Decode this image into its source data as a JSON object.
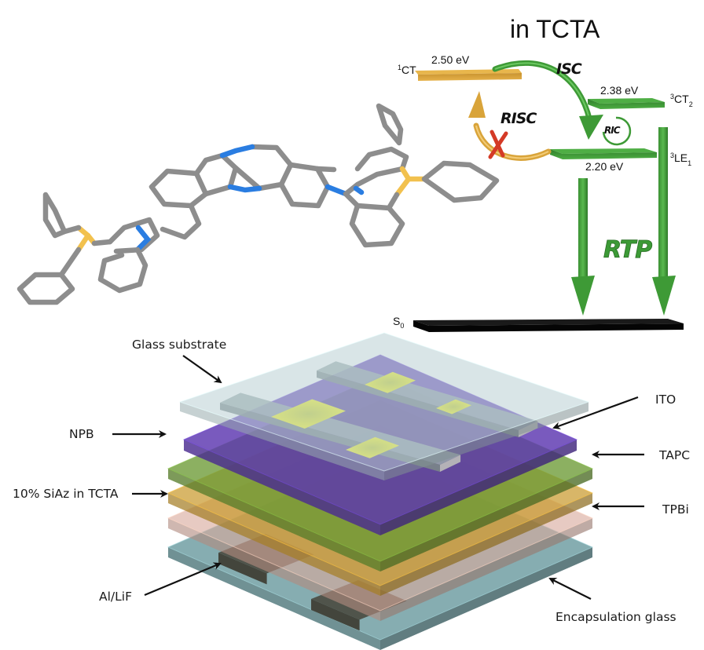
{
  "figure": {
    "energy_diagram": {
      "title": "in TCTA",
      "states": [
        {
          "key": "1CT",
          "sup": "1",
          "label": "CT",
          "sub": "",
          "energy_label": "2.50 eV",
          "color": "#d9a43a"
        },
        {
          "key": "3CT2",
          "sup": "3",
          "label": "CT",
          "sub": "2",
          "energy_label": "2.38 eV",
          "color": "#3e9a36"
        },
        {
          "key": "3LE1",
          "sup": "3",
          "label": "LE",
          "sub": "1",
          "energy_label": "2.20 eV",
          "color": "#3e9a36"
        },
        {
          "key": "S0",
          "sup": "",
          "label": "S",
          "sub": "0",
          "energy_label": "",
          "color": "#0a0a0a"
        }
      ],
      "processes": {
        "isc": "ISC",
        "risc": "RISC",
        "ric": "RIC",
        "rtp": "RTP",
        "risc_blocked_mark": "X"
      },
      "colors": {
        "singlet": "#d9a43a",
        "triplet": "#3e9a36",
        "blocked": "#d43a26",
        "ground": "#0a0a0a"
      }
    },
    "molecule": {
      "atom_colors": {
        "carbon": "#8d8d8d",
        "nitrogen": "#2a7de1",
        "silicon": "#f2c14e"
      }
    },
    "device": {
      "layers_top_to_bottom": [
        {
          "name": "Glass substrate",
          "color": "#b9d0d3"
        },
        {
          "name": "ITO",
          "color": "#9aa8aa"
        },
        {
          "name": "NPB",
          "color": "#5b36b0"
        },
        {
          "name": "TAPC",
          "color": "#6b9a35"
        },
        {
          "name": "10% SiAz in TCTA",
          "color": "#c99a2e"
        },
        {
          "name": "TPBi",
          "color": "#d9aa9c"
        },
        {
          "name": "Al/LiF",
          "color": "#4a4a40"
        },
        {
          "name": "Encapsulation glass",
          "color": "#7fa9ad"
        }
      ],
      "labels": {
        "glass": "Glass substrate",
        "npb": "NPB",
        "emitter": "10% SiAz in TCTA",
        "cathode": "Al/LiF",
        "ito": "ITO",
        "tapc": "TAPC",
        "tpbi": "TPBi",
        "encap": "Encapsulation glass"
      },
      "pixel_color": "#f2ef2a"
    }
  }
}
